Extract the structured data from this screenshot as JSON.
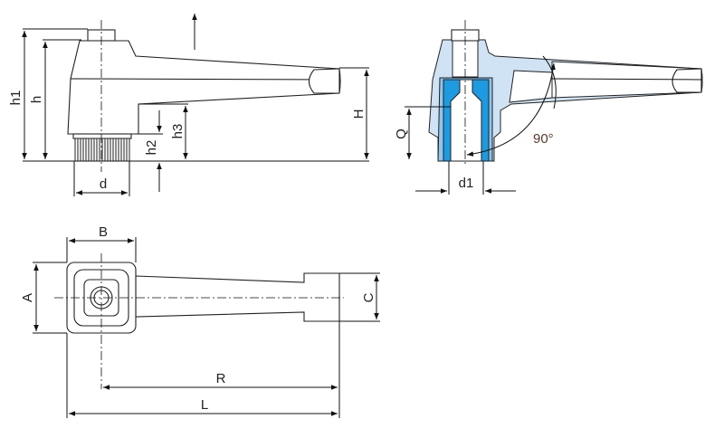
{
  "labels": {
    "h1": "h1",
    "h": "h",
    "h2": "h2",
    "h3": "h3",
    "H": "H",
    "d": "d",
    "Q": "Q",
    "d1": "d1",
    "angle": "90°",
    "A": "A",
    "B": "B",
    "C": "C",
    "R": "R",
    "L": "L"
  },
  "colors": {
    "section_light": "#cfe3f5",
    "section_dark": "#1e9be0",
    "line": "#222222"
  }
}
